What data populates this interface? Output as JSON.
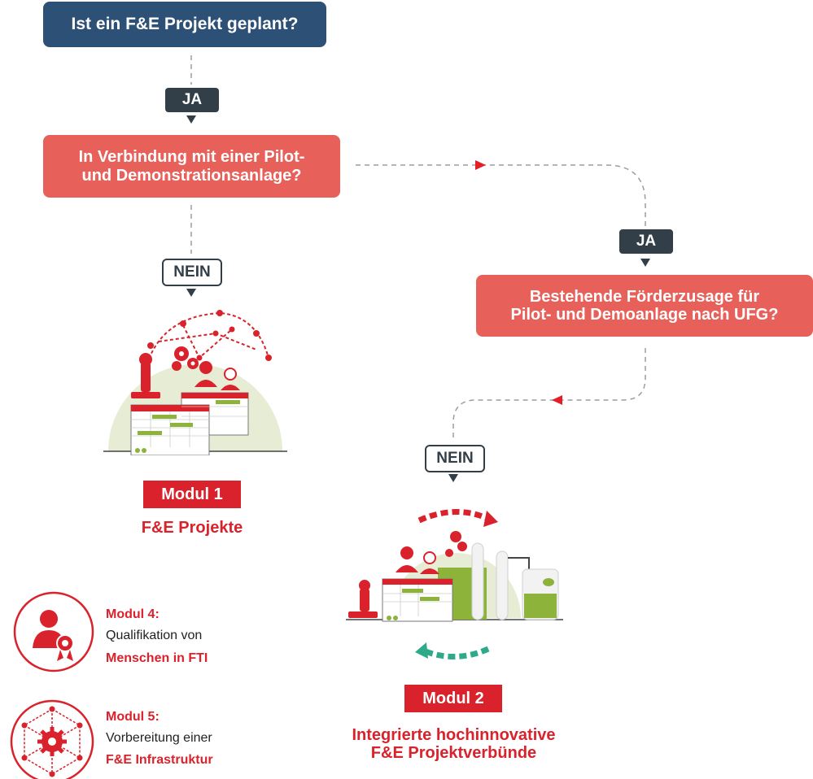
{
  "nodes": {
    "q1": "Ist ein F&E Projekt geplant?",
    "ja1": "JA",
    "q2_line1": "In Verbindung mit einer Pilot-",
    "q2_line2": "und Demonstrationsanlage?",
    "nein1": "NEIN",
    "ja2": "JA",
    "q3_line1": "Bestehende Förderzusage für",
    "q3_line2": "Pilot- und Demoanlage nach UFG?",
    "nein2": "NEIN"
  },
  "modules": {
    "m1": {
      "tag": "Modul 1",
      "title": "F&E Projekte"
    },
    "m2": {
      "tag": "Modul 2",
      "title_line1": "Integrierte hochinnovative",
      "title_line2": "F&E Projektverbünde"
    },
    "m4": {
      "title": "Modul 4:",
      "text": "Qualifikation von",
      "highlight": "Menschen in FTI"
    },
    "m5": {
      "title": "Modul 5:",
      "text": "Vorbereitung einer",
      "highlight": "F&E Infrastruktur"
    }
  },
  "colors": {
    "navy": "#2d5077",
    "coral": "#e8605a",
    "dark": "#323e48",
    "red": "#d9222b",
    "teal": "#2eaa8a",
    "green": "#8db33a",
    "bg_circle": "#e7ecd4"
  },
  "icons": [
    "microscope-icon",
    "gears-icon",
    "researchers-icon",
    "gantt-chart-icon",
    "biogas-plant-icon",
    "cycle-arrows-icon",
    "person-award-icon",
    "network-gear-icon"
  ]
}
